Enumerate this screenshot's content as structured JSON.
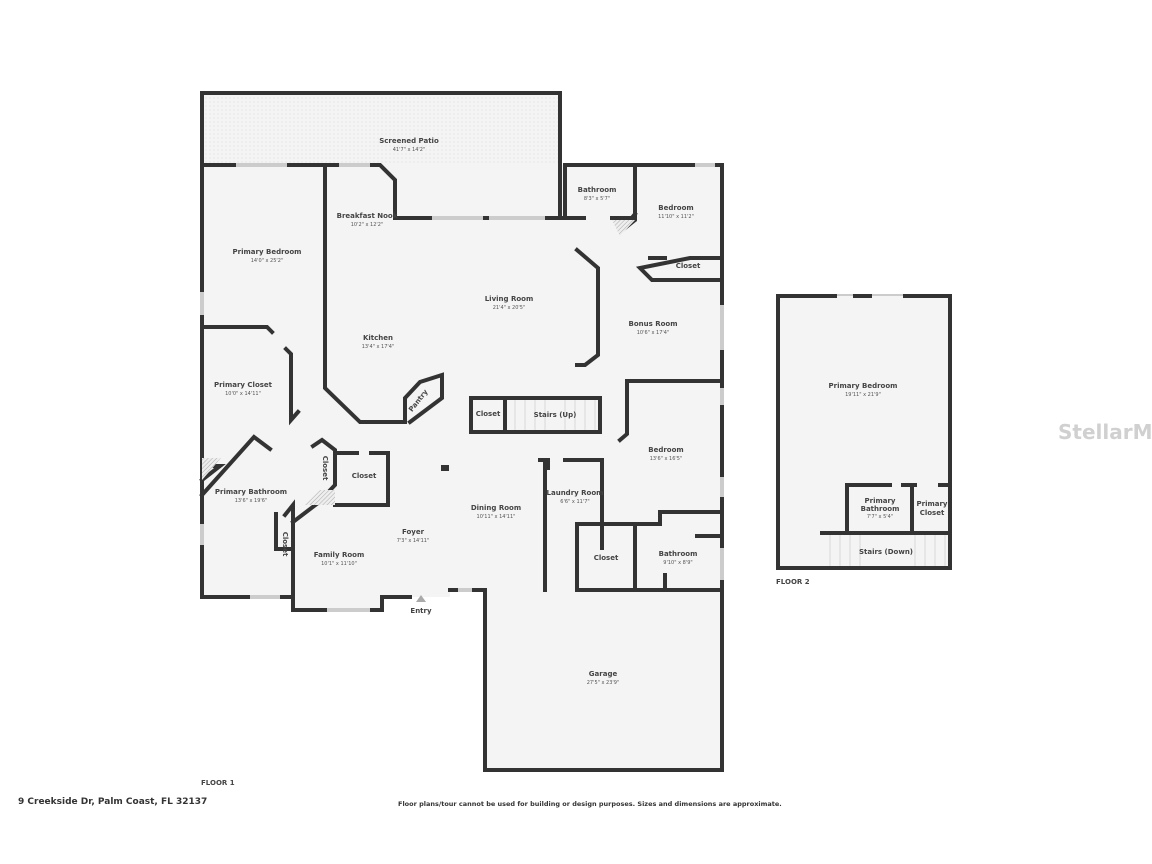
{
  "floor1": {
    "label": "FLOOR 1",
    "rooms": [
      {
        "name": "Screened Patio",
        "dims": "41'7\" x 14'2\""
      },
      {
        "name": "Breakfast Nook",
        "dims": "10'2\" x 12'2\""
      },
      {
        "name": "Primary Bedroom",
        "dims": "14'0\" x 25'2\""
      },
      {
        "name": "Living Room",
        "dims": "21'4\" x 20'5\""
      },
      {
        "name": "Kitchen",
        "dims": "13'4\" x 17'4\""
      },
      {
        "name": "Primary Closet",
        "dims": "10'0\" x 14'11\""
      },
      {
        "name": "Bathroom",
        "dims": "8'3\" x 5'7\""
      },
      {
        "name": "Bedroom",
        "dims": "11'10\" x 11'2\""
      },
      {
        "name": "Bonus Room",
        "dims": "10'6\" x 17'4\""
      },
      {
        "name": "Bedroom",
        "dims": "13'6\" x 16'5\""
      },
      {
        "name": "Primary Bathroom",
        "dims": "13'6\" x 19'6\""
      },
      {
        "name": "Dining Room",
        "dims": "10'11\" x 14'11\""
      },
      {
        "name": "Laundry Room",
        "dims": "6'6\" x 11'7\""
      },
      {
        "name": "Foyer",
        "dims": "7'3\" x 14'11\""
      },
      {
        "name": "Family Room",
        "dims": "10'1\" x 11'10\""
      },
      {
        "name": "Bathroom",
        "dims": "9'10\" x 8'9\""
      },
      {
        "name": "Garage",
        "dims": "27'5\" x 23'9\""
      }
    ],
    "labels": {
      "closet_bedroom": "Closet",
      "closet_stairs": "Closet",
      "stairs_up": "Stairs (Up)",
      "pantry": "Pantry",
      "closet_vertical_1": "Closet",
      "closet_hall": "Closet",
      "closet_vertical_2": "Closet",
      "closet_laundry": "Closet",
      "entry": "Entry"
    }
  },
  "floor2": {
    "label": "FLOOR 2",
    "rooms": [
      {
        "name": "Primary Bedroom",
        "dims": "19'11\" x 21'9\""
      },
      {
        "name_line1": "Primary",
        "name_line2": "Bathroom",
        "dims": "7'7\" x 5'4\""
      },
      {
        "name_line1": "Primary",
        "name_line2": "Closet"
      }
    ],
    "stairs_down": "Stairs (Down)"
  },
  "footer": {
    "address": "9 Creekside Dr, Palm Coast, FL 32137",
    "disclaimer": "Floor plans/tour cannot be used for building or design purposes. Sizes and dimensions are approximate."
  },
  "watermark": "StellarMLS",
  "colors": {
    "wall": "#333333",
    "floor": "#f4f4f4",
    "window": "#cccccc"
  }
}
